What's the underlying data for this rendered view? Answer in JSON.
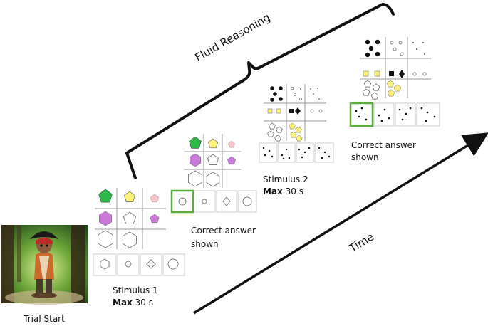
{
  "bracket_label": "Fluid Reasoning",
  "time_label": "Time",
  "trial_start": {
    "label": "Trial Start"
  },
  "stimulus1": {
    "label": "Stimulus 1",
    "max_word": "Max",
    "max_value": "30 s"
  },
  "feedback1": {
    "label_line1": "Correct answer",
    "label_line2": "shown"
  },
  "stimulus2": {
    "label": "Stimulus 2",
    "max_word": "Max",
    "max_value": "30 s"
  },
  "feedback2": {
    "label_line1": "Correct answer",
    "label_line2": "shown"
  },
  "colors": {
    "correct_highlight": "#5aad3c",
    "green_shape": "#2eb84a",
    "yellow_shape": "#fbf27a",
    "pink_shape": "#f9c2c8",
    "purple_shape": "#c97ad8",
    "grid_line": "#9a9a9a",
    "dark_shape": "#111111"
  }
}
